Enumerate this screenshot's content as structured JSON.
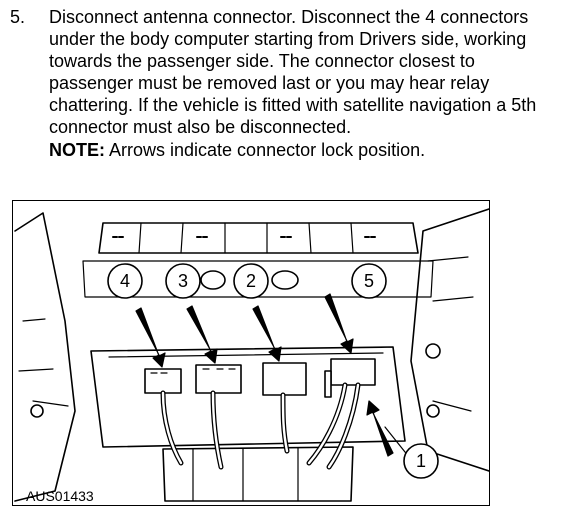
{
  "step": {
    "number": "5.",
    "text": "Disconnect antenna connector. Disconnect the 4 connectors under the body computer starting from Drivers side, working towards the passenger side. The connector closest to passenger must be removed last or you may hear relay chattering. If the vehicle is fitted with satellite navigation a 5th connector must also be disconnected.",
    "note_label": "NOTE:",
    "note_text": " Arrows indicate connector lock position."
  },
  "figure": {
    "id": "AUS01433",
    "callouts": [
      "4",
      "3",
      "2",
      "5",
      "1"
    ]
  }
}
